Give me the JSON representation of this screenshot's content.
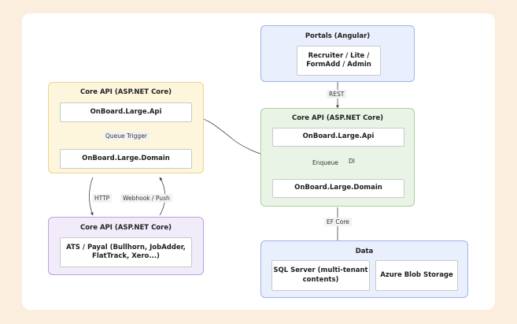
{
  "groups": {
    "portals": {
      "title": "Portals (Angular)",
      "node": "Recruiter / Lite / FormAdd / Admin"
    },
    "core_right": {
      "title": "Core API (ASP.NET Core)",
      "api": "OnBoard.Large.Api",
      "domain": "OnBoard.Large.Domain"
    },
    "core_left": {
      "title": "Core API (ASP.NET Core)",
      "api": "OnBoard.Large.Api",
      "domain": "OnBoard.Large.Domain"
    },
    "external": {
      "title": "Core API (ASP.NET Core)",
      "node": "ATS / Payal (Bullhorn, JobAdder, FlatTrack, Xero...)"
    },
    "data": {
      "title": "Data",
      "sql": "SQL Server (multi-tenant contents)",
      "blob": "Azure Blob Storage"
    }
  },
  "edges": {
    "rest": "REST",
    "queue_trigger": "Queue Trigger",
    "enqueue": "Enqueue",
    "di": "DI",
    "http": "HTTP",
    "webhook": "Webhook / Push",
    "ef_core": "EF Core"
  },
  "colors": {
    "page_bg": "#fbeede",
    "portals_fill": "#e9effc",
    "portals_border": "#9fb5e6",
    "core_right_fill": "#eaf4e6",
    "core_right_border": "#a9cf9c",
    "core_left_fill": "#fdf6dd",
    "core_left_border": "#ecd58a",
    "external_fill": "#f1ebfa",
    "external_border": "#b9a4e0",
    "data_fill": "#e9effc",
    "data_border": "#9fb5e6"
  }
}
